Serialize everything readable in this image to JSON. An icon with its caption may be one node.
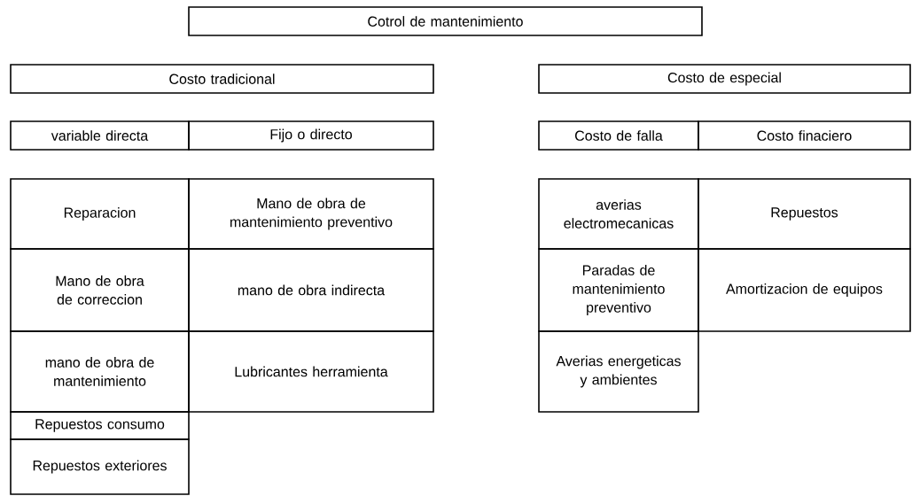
{
  "diagram": {
    "nodes": [
      {
        "text": [
          "Cotrol de mantenimiento"
        ]
      },
      {
        "text": [
          "Costo tradicional"
        ]
      },
      {
        "text": [
          "Costo de especial"
        ]
      },
      {
        "text": [
          "variable directa"
        ]
      },
      {
        "text": [
          "Fijo o directo"
        ]
      },
      {
        "text": [
          "Costo de falla"
        ]
      },
      {
        "text": [
          "Costo finaciero"
        ]
      },
      {
        "text": [
          "Reparacion"
        ]
      },
      {
        "text": [
          "Mano de obra de mantenimiento preventivo"
        ]
      },
      {
        "text": [
          "averias electromecanicas"
        ]
      },
      {
        "text": [
          "Repuestos"
        ]
      },
      {
        "text": [
          "Mano de obra de correccion"
        ]
      },
      {
        "text": [
          "mano de obra indirecta"
        ]
      },
      {
        "text": [
          "Paradas de mantenimiento preventivo"
        ]
      },
      {
        "text": [
          "Amortizacion de equipos"
        ]
      },
      {
        "text": [
          "mano de obra de mantenimiento"
        ]
      },
      {
        "text": [
          "Lubricantes herramienta"
        ]
      },
      {
        "text": [
          "Averias energeticas y ambientes"
        ]
      },
      {
        "text": [
          "Repuestos consumo"
        ]
      },
      {
        "text": [
          "Repuestos exteriores"
        ]
      }
    ]
  }
}
